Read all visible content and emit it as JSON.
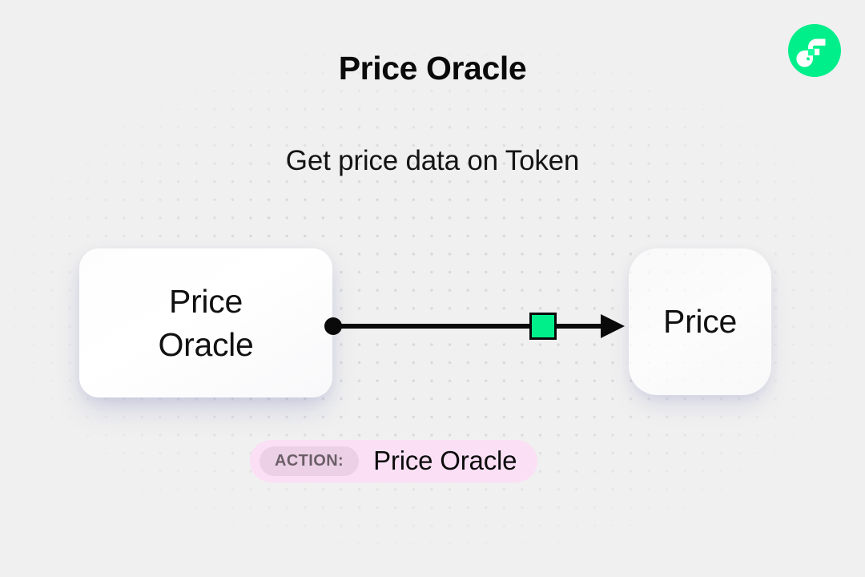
{
  "header": {
    "title": "Price Oracle",
    "subtitle": "Get price data on Token"
  },
  "brand": {
    "logo_icon": "flow-logo-icon",
    "circle_color": "#00ef8b",
    "mark_color": "#ffffff",
    "accent_color": "#16ff9e"
  },
  "diagram": {
    "source_node": {
      "label": "Price\nOracle",
      "background": "#ffffff",
      "shadow_color": "#7a80ba"
    },
    "target_node": {
      "label": "Price",
      "background": "#ffffff",
      "shadow_color": "#7a80ba"
    },
    "edge": {
      "start_dot_icon": "connector-dot-icon",
      "arrow_icon": "arrow-head-icon",
      "chip_icon": "edge-chip-icon",
      "line_color": "#0a0a0a",
      "chip_color": "#00ef8b",
      "chip_border_color": "#0a0a0a"
    }
  },
  "action_badge": {
    "tag": "ACTION:",
    "value": "Price Oracle",
    "pill_color": "#fbdff4",
    "tag_pill_color": "#ecd1e6",
    "tag_text_color": "#6b5e68"
  },
  "canvas": {
    "background": "#f0f0f0",
    "dot_color": "#d8d8dc"
  }
}
